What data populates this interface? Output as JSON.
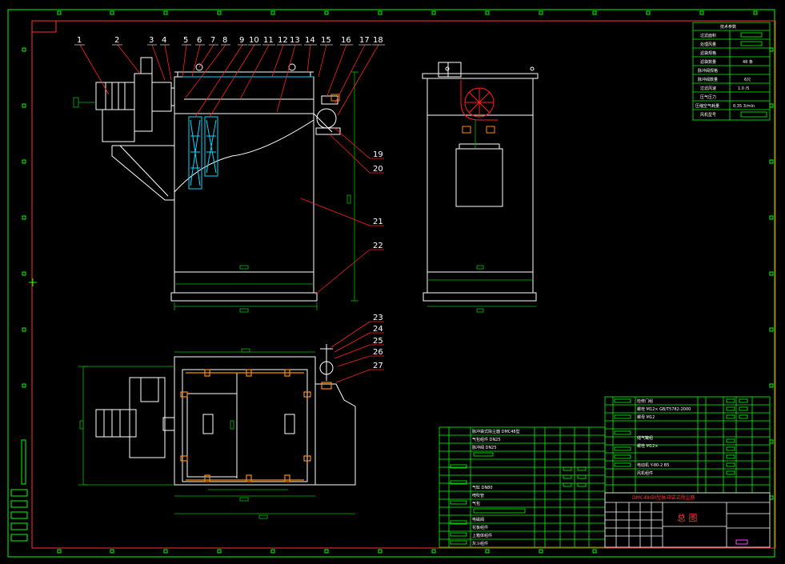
{
  "colors": {
    "background": "#000000",
    "outline": "#ffffff",
    "frame": "#ff3030",
    "border": "#00ff00",
    "dimension": "#00c000",
    "filter_bags": "#00d8ff",
    "leader": "#ff2020",
    "accent_orange": "#ff8c00",
    "magenta": "#ff40ff"
  },
  "front_view_callouts": [
    "1",
    "2",
    "3",
    "4",
    "5",
    "6",
    "7",
    "8",
    "9",
    "10",
    "11",
    "12",
    "13",
    "14",
    "15",
    "16",
    "17",
    "18"
  ],
  "side_callouts": [
    "19",
    "20",
    "21",
    "22"
  ],
  "plan_view_callouts": [
    "23",
    "24",
    "25",
    "26",
    "27"
  ],
  "tech_table": {
    "title": "技术参数",
    "rows": [
      {
        "label": "过滤面积",
        "value": ""
      },
      {
        "label": "处理风量",
        "value": ""
      },
      {
        "label": "滤袋规格",
        "value": ""
      },
      {
        "label": "滤袋数量",
        "value": "48 条"
      },
      {
        "label": "脉冲阀规格",
        "value": ""
      },
      {
        "label": "脉冲阀数量",
        "value": "6只"
      },
      {
        "label": "过滤风速",
        "value": "1.0 /5"
      },
      {
        "label": "压气压力",
        "value": ""
      },
      {
        "label": "压缩空气耗量",
        "value": "0.35 3/min"
      },
      {
        "label": "风机型号",
        "value": ""
      }
    ]
  },
  "title_block": {
    "project": "DMC48(B)型脉冲袋式除尘器",
    "drawing_name": "总 图"
  },
  "bom_left": [
    "脉冲袋式除尘器 DMC48型",
    "气包组件 DN25",
    "脉冲阀 DN25",
    "",
    "",
    "",
    "",
    "气缸 DN80",
    "喷吹管 ",
    "气包",
    "",
    "电磁阀",
    "花板组件",
    "上箱体组件",
    "灰斗组件"
  ],
  "bom_right": [
    "检修门组",
    "螺栓 M12×  GB/T5782-2000",
    "螺母 M12",
    "",
    "储气罐组",
    "螺栓 M12×",
    "",
    "电动机 Y-80-2 B5",
    "风机组件"
  ]
}
